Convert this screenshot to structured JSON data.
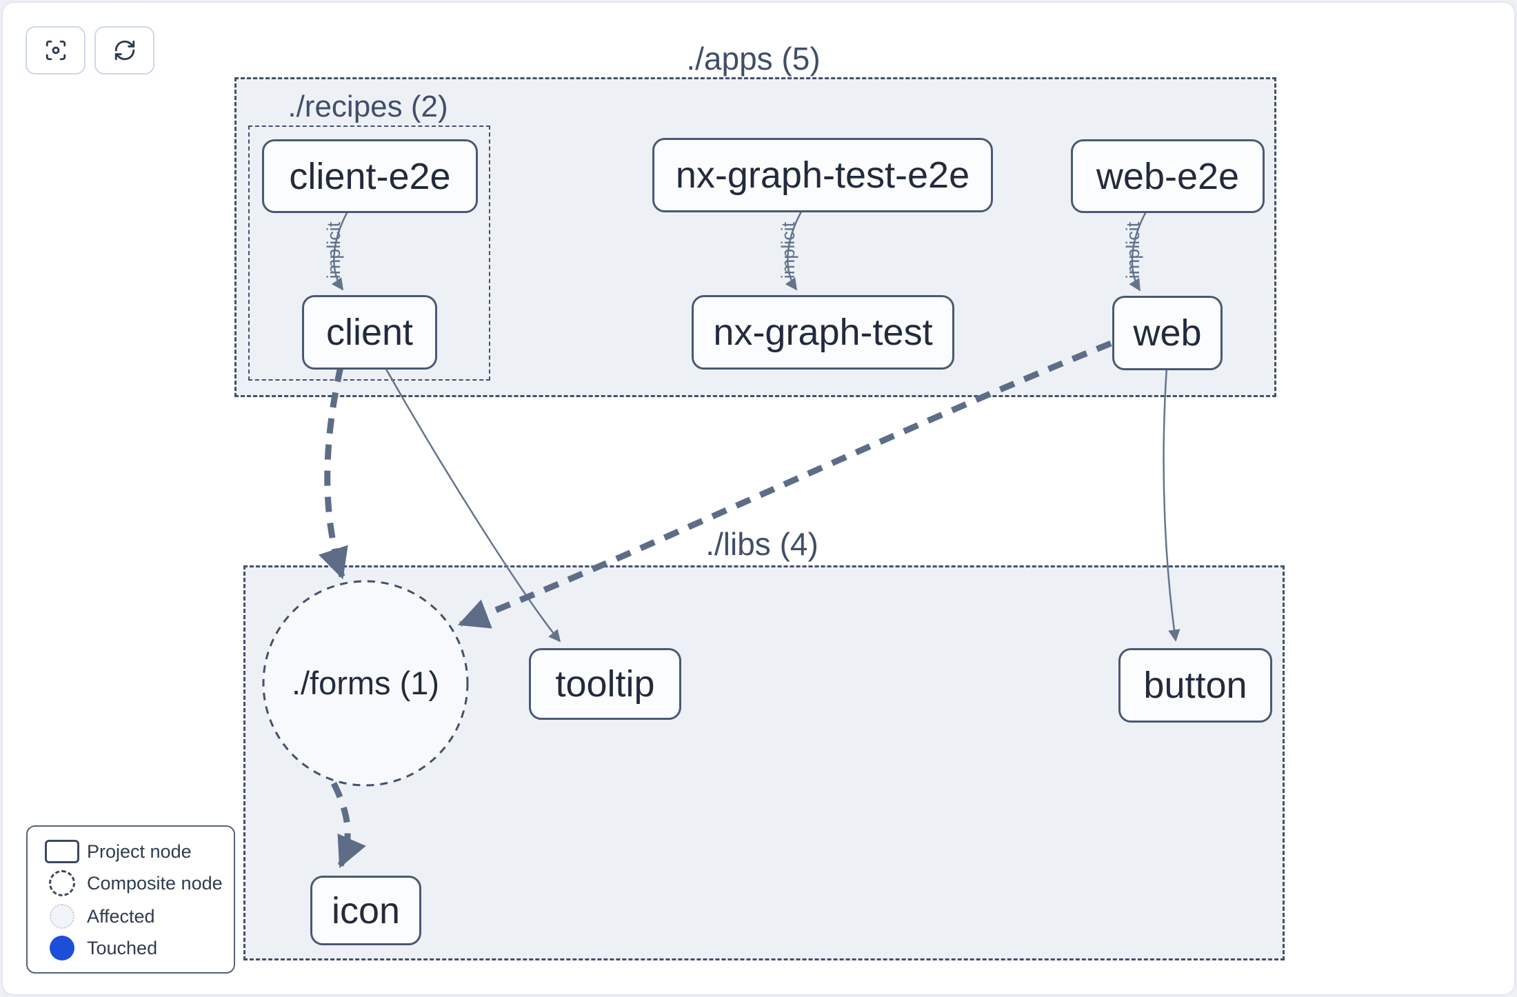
{
  "toolbar": {
    "focus_button": {
      "icon": "focus-icon"
    },
    "refresh_button": {
      "icon": "refresh-icon"
    }
  },
  "graph": {
    "containers": [
      {
        "id": "apps",
        "label": "./apps (5)"
      },
      {
        "id": "recipes",
        "label": "./recipes (2)"
      },
      {
        "id": "libs",
        "label": "./libs (4)"
      }
    ],
    "composite": {
      "id": "forms",
      "label": "./forms (1)"
    },
    "nodes": [
      {
        "id": "client-e2e",
        "label": "client-e2e"
      },
      {
        "id": "nx-graph-test-e2e",
        "label": "nx-graph-test-e2e"
      },
      {
        "id": "web-e2e",
        "label": "web-e2e"
      },
      {
        "id": "client",
        "label": "client"
      },
      {
        "id": "nx-graph-test",
        "label": "nx-graph-test"
      },
      {
        "id": "web",
        "label": "web"
      },
      {
        "id": "tooltip",
        "label": "tooltip"
      },
      {
        "id": "button",
        "label": "button"
      },
      {
        "id": "icon",
        "label": "icon"
      }
    ],
    "edges": [
      {
        "from": "client-e2e",
        "to": "client",
        "label": "implicit",
        "type": "implicit-thin"
      },
      {
        "from": "nx-graph-test-e2e",
        "to": "nx-graph-test",
        "label": "implicit",
        "type": "implicit-thin"
      },
      {
        "from": "web-e2e",
        "to": "web",
        "label": "implicit",
        "type": "implicit-thin"
      },
      {
        "from": "client",
        "to": "forms",
        "type": "thick-dashed"
      },
      {
        "from": "client",
        "to": "tooltip",
        "type": "thin-solid"
      },
      {
        "from": "web",
        "to": "forms",
        "type": "thick-dashed"
      },
      {
        "from": "web",
        "to": "button",
        "type": "thin-solid"
      },
      {
        "from": "forms",
        "to": "icon",
        "type": "thick-dashed"
      }
    ]
  },
  "legend": {
    "items": [
      {
        "swatch": "project-node",
        "label": "Project node"
      },
      {
        "swatch": "composite-node",
        "label": "Composite node"
      },
      {
        "swatch": "affected",
        "label": "Affected"
      },
      {
        "swatch": "touched",
        "label": "Touched"
      }
    ]
  },
  "colors": {
    "touched_blue": "#1d4ed8",
    "container_fill": "#edf1f6",
    "container_border": "#42506a",
    "node_border": "#4a5872",
    "node_text": "#222b3d",
    "edge_thin": "#64748b",
    "edge_thick": "#5d6d87"
  }
}
